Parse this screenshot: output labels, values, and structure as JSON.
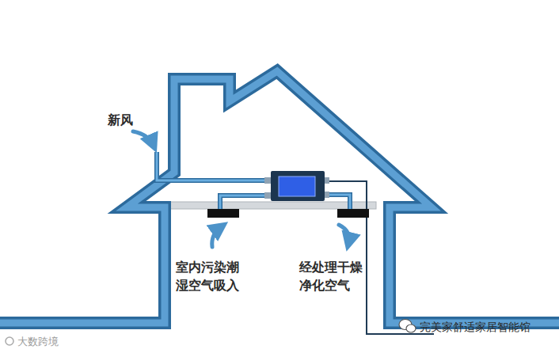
{
  "diagram": {
    "labels": [
      "新风",
      "室内污染潮湿空气吸入",
      "经处理干燥净化空气",
      "大数跨境",
      "完美家舒适家居智能馆"
    ]
  }
}
